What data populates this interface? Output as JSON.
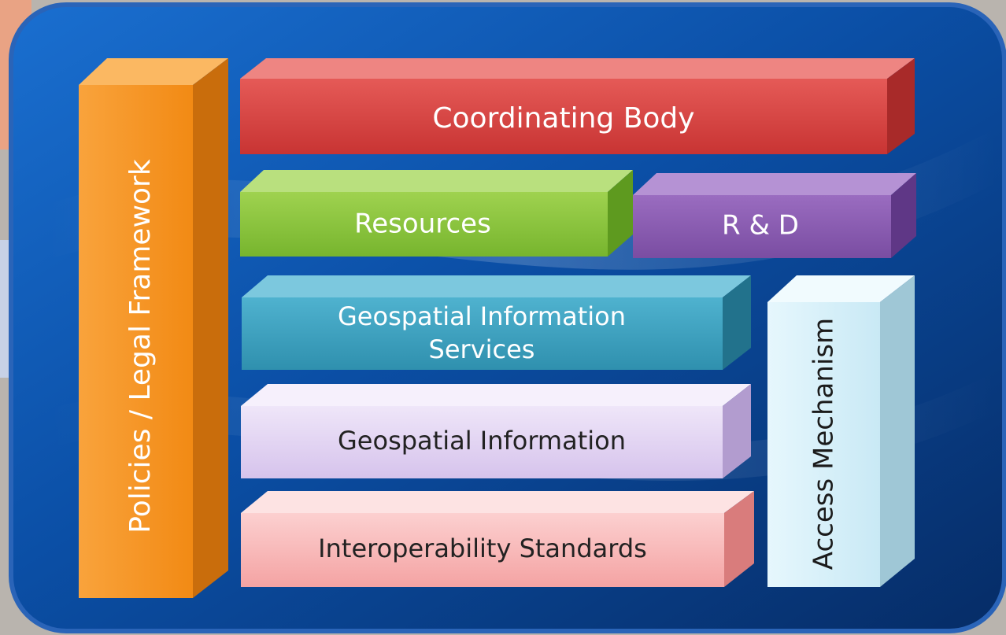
{
  "diagram": {
    "policies_label": "Policies / Legal Framework",
    "coordinating_label": "Coordinating Body",
    "resources_label": "Resources",
    "rnd_label": "R & D",
    "gis_services_line1": "Geospatial Information",
    "gis_services_line2": "Services",
    "access_label": "Access Mechanism",
    "geo_info_label": "Geospatial Information",
    "interop_label": "Interoperability Standards"
  },
  "colors": {
    "background_panel": "#0b4fa6",
    "policies": "#f7941d",
    "coordinating": "#d6403f",
    "resources": "#8cc63f",
    "rnd": "#8a5bb0",
    "gis_services": "#3ea3c0",
    "access": "#d8f1fa",
    "geo_info": "#e2d4f2",
    "interop": "#f8b3b3"
  }
}
